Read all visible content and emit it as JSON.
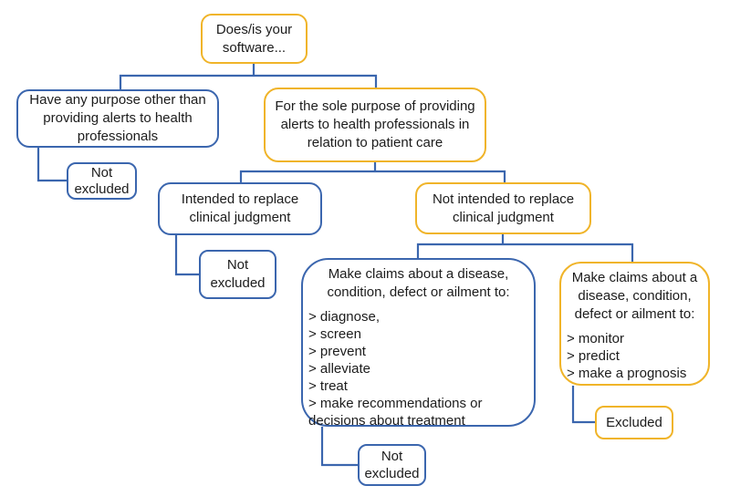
{
  "colors": {
    "blue": "#3B66AE",
    "gold": "#F0B429",
    "text": "#1C1C1C",
    "background": "#FFFFFF"
  },
  "flowchart": {
    "title": "Software exclusion decision tree",
    "nodes": {
      "root": {
        "label": "Does/is your software..."
      },
      "other_purpose": {
        "label": "Have any purpose other than providing alerts to health professionals"
      },
      "other_purpose_outcome": {
        "label": "Not excluded"
      },
      "sole_purpose": {
        "label": "For the sole purpose of providing alerts to health professionals in relation to patient care"
      },
      "replace_judgment": {
        "label": "Intended to replace clinical judgment"
      },
      "replace_judgment_outcome": {
        "label": "Not excluded"
      },
      "not_replace_judgment": {
        "label": "Not intended to replace clinical judgment"
      },
      "claims_treatment": {
        "header": "Make claims about a disease, condition, defect or ailment to:",
        "items": [
          "> diagnose,",
          "> screen",
          "> prevent",
          "> alleviate",
          "> treat",
          "> make recommendations or decisions about treatment"
        ]
      },
      "claims_treatment_outcome": {
        "label": "Not excluded"
      },
      "claims_monitoring": {
        "header": "Make claims about a disease, condition, defect or ailment to:",
        "items": [
          "> monitor",
          "> predict",
          "> make a prognosis"
        ]
      },
      "claims_monitoring_outcome": {
        "label": "Excluded"
      }
    }
  }
}
